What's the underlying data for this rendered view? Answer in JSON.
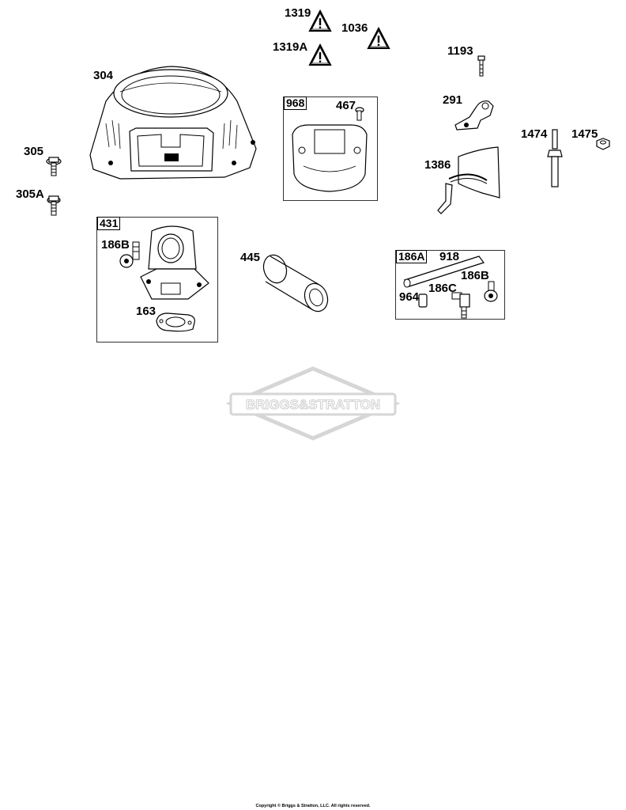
{
  "callouts": {
    "c304": "304",
    "c305": "305",
    "c305A": "305A",
    "c1319": "1319",
    "c1319A": "1319A",
    "c1036": "1036",
    "c968": "968",
    "c467": "467",
    "c1193": "1193",
    "c291": "291",
    "c1474": "1474",
    "c1475": "1475",
    "c1386": "1386",
    "c431": "431",
    "c186B_left": "186B",
    "c163": "163",
    "c445": "445",
    "c186A": "186A",
    "c918": "918",
    "c186B_right": "186B",
    "c964": "964",
    "c186C": "186C"
  },
  "watermark": {
    "brand": "BRIGGS&STRATTON"
  },
  "footer": {
    "copyright": "Copyright © Briggs & Stratton, LLC. All rights reserved."
  },
  "icons": {
    "warning": "warning-triangle-icon"
  }
}
